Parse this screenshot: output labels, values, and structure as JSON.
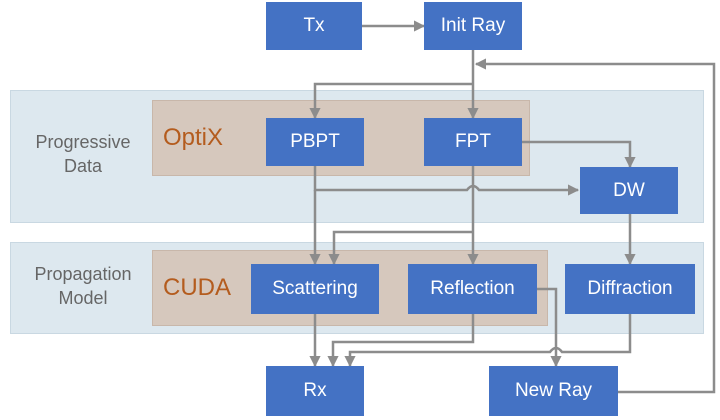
{
  "colors": {
    "node_fill": "#4472c4",
    "node_text": "#ffffff",
    "band_fill": "#dde8ef",
    "inner_fill": "#d6c8bd",
    "inner_label": "#b45c1e",
    "band_label": "#666666",
    "edge": "#8c8c8c"
  },
  "bands": {
    "progressive": {
      "line1": "Progressive",
      "line2": "Data"
    },
    "propagation": {
      "line1": "Propagation",
      "line2": "Model"
    }
  },
  "inner": {
    "optix": "OptiX",
    "cuda": "CUDA"
  },
  "nodes": {
    "tx": "Tx",
    "init_ray": "Init Ray",
    "pbpt": "PBPT",
    "fpt": "FPT",
    "dw": "DW",
    "scattering": "Scattering",
    "reflection": "Reflection",
    "diffraction": "Diffraction",
    "rx": "Rx",
    "new_ray": "New Ray"
  },
  "edges": [
    {
      "from": "tx",
      "to": "init_ray"
    },
    {
      "from": "init_ray",
      "to": "pbpt"
    },
    {
      "from": "init_ray",
      "to": "fpt"
    },
    {
      "from": "fpt",
      "to": "dw"
    },
    {
      "from": "pbpt",
      "to": "dw"
    },
    {
      "from": "pbpt",
      "to": "scattering"
    },
    {
      "from": "fpt",
      "to": "scattering"
    },
    {
      "from": "fpt",
      "to": "reflection"
    },
    {
      "from": "dw",
      "to": "diffraction"
    },
    {
      "from": "scattering",
      "to": "rx"
    },
    {
      "from": "reflection",
      "to": "rx"
    },
    {
      "from": "diffraction",
      "to": "rx"
    },
    {
      "from": "reflection",
      "to": "new_ray"
    },
    {
      "from": "new_ray",
      "to": "init_ray"
    }
  ]
}
